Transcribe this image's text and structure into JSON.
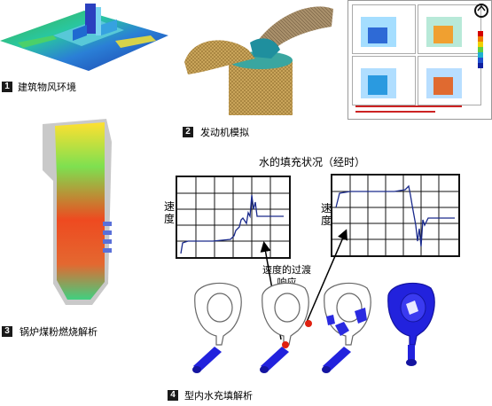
{
  "captions": {
    "item1": {
      "num": "1",
      "label": "建筑物风环境"
    },
    "item2": {
      "num": "2",
      "label": "发动机模拟"
    },
    "item3": {
      "num": "3",
      "label": "锅炉煤粉燃烧解析"
    },
    "item4": {
      "num": "4",
      "label": "型内水充填解析"
    }
  },
  "chart_title": "水的填充状况（经时）",
  "velocity_axis_label_line1": "速",
  "velocity_axis_label_line2": "度",
  "annotation_line1": "速度的过渡",
  "annotation_line2": "响应",
  "colors": {
    "curve": "#1a2a8c",
    "fill_blue": "#2222dd",
    "marker_red": "#e02010",
    "grid": "#111111"
  },
  "icons": [
    "building-wind-thumbnail",
    "engine-mesh-thumbnail",
    "boiler-thumbnail",
    "fluid-grid-thumbnail",
    "mold-fill-sequence",
    "logo-mark"
  ]
}
